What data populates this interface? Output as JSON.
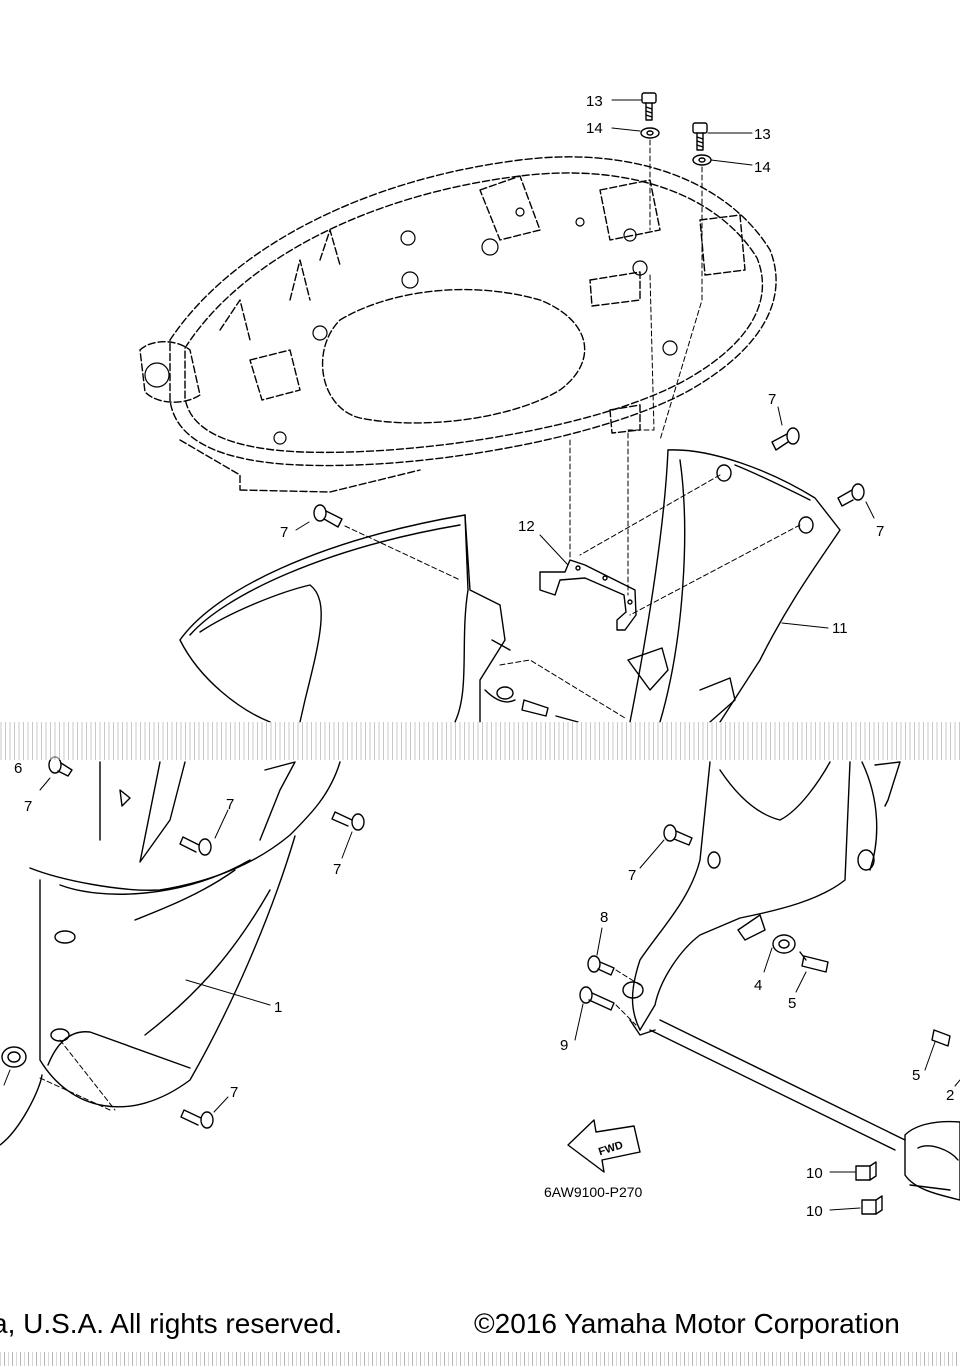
{
  "diagram": {
    "callouts": {
      "c1": "1",
      "c2": "2",
      "c4": "4",
      "c5a": "5",
      "c5b": "5",
      "c6": "6",
      "c7a": "7",
      "c7b": "7",
      "c7c": "7",
      "c7d": "7",
      "c7e": "7",
      "c7f": "7",
      "c7g": "7",
      "c7h": "7",
      "c8": "8",
      "c9": "9",
      "c10a": "10",
      "c10b": "10",
      "c11": "11",
      "c12": "12",
      "c13a": "13",
      "c13b": "13",
      "c14a": "14",
      "c14b": "14"
    },
    "reference_code": "6AW9100-P270",
    "direction_label": "FWD"
  },
  "footer": {
    "rights": "a, U.S.A. All rights reserved.",
    "copyright": "©2016 Yamaha Motor Corporation"
  }
}
